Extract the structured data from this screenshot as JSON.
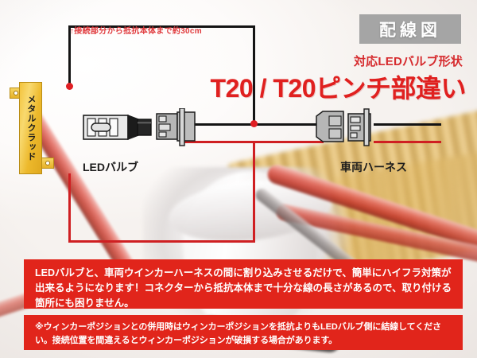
{
  "header": {
    "badge": "配線図",
    "subtitle": "対応LEDバルブ形状",
    "title": "T20 / T20ピンチ部違い"
  },
  "diagram": {
    "dimension_note": "↑接続部分から抵抗本体まで約30cm",
    "resistor_label": "メタルクラッド",
    "led_bulb_label": "LEDバルブ",
    "harness_label": "車両ハーネス",
    "wire_colors": {
      "positive": "#cf1f22",
      "negative": "#141414",
      "junction_node": "#e01f24",
      "resistor_body": "#edb92c"
    }
  },
  "panels": {
    "main_text": "LEDバルブと、車両ウインカーハーネスの間に割り込みさせるだけで、簡単にハイフラ対策が出来るようになります！コネクターから抵抗本体まで十分な線の長さがあるので、取り付ける箇所にも困りません。",
    "note_text": "※ウィンカーポジションとの併用時はウィンカーポジションを抵抗よりもLEDバルブ側に結線してください。接続位置を間違えるとウィンカーポジションが破損する場合があります。",
    "background_color": "#e1251b",
    "text_color": "#ffffff"
  }
}
